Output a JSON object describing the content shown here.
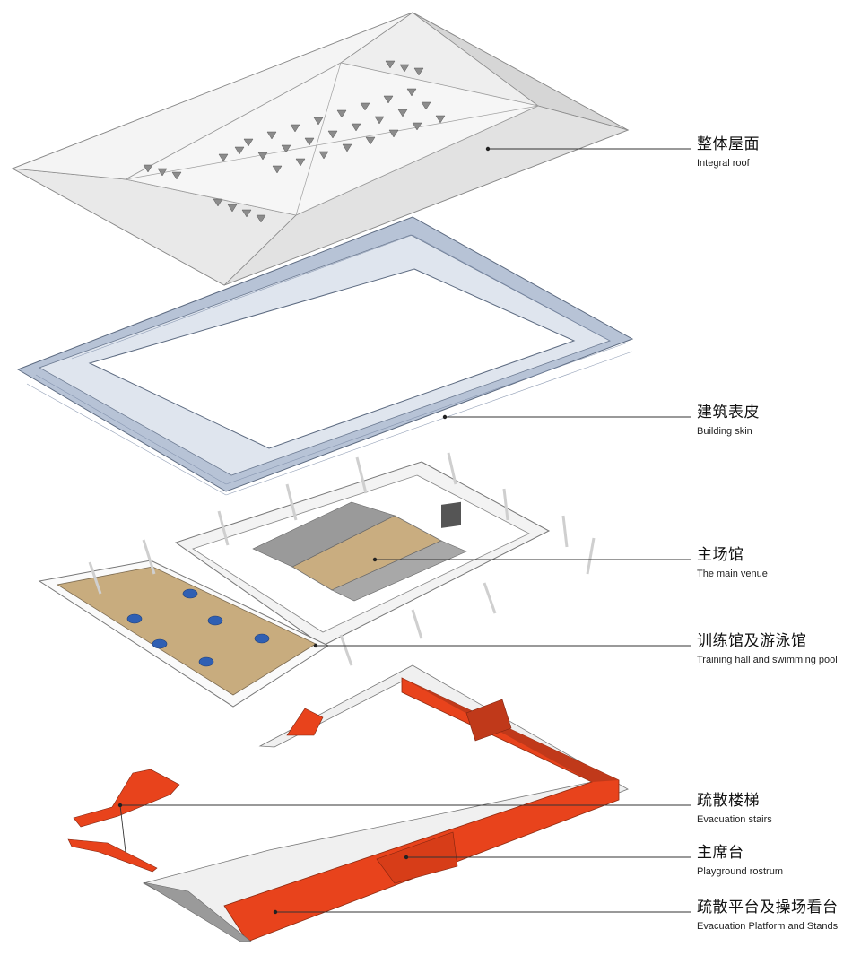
{
  "callouts": [
    {
      "zh": "整体屋面",
      "en": "Integral roof"
    },
    {
      "zh": "建筑表皮",
      "en": "Building skin"
    },
    {
      "zh": "主场馆",
      "en": "The main venue"
    },
    {
      "zh": "训练馆及游泳馆",
      "en": "Training hall and swimming pool"
    },
    {
      "zh": "疏散楼梯",
      "en": "Evacuation stairs"
    },
    {
      "zh": "主席台",
      "en": "Playground rostrum"
    },
    {
      "zh": "疏散平台及操场看台",
      "en": "Evacuation Platform and Stands"
    }
  ],
  "colors": {
    "roof": "#ededed",
    "roof_edge": "#8a8a8a",
    "skin": "#7f93b3",
    "court_wood": "#c8ac7e",
    "court_blue": "#2f5fb3",
    "stands_red": "#e8431c",
    "leader": "#333333"
  }
}
